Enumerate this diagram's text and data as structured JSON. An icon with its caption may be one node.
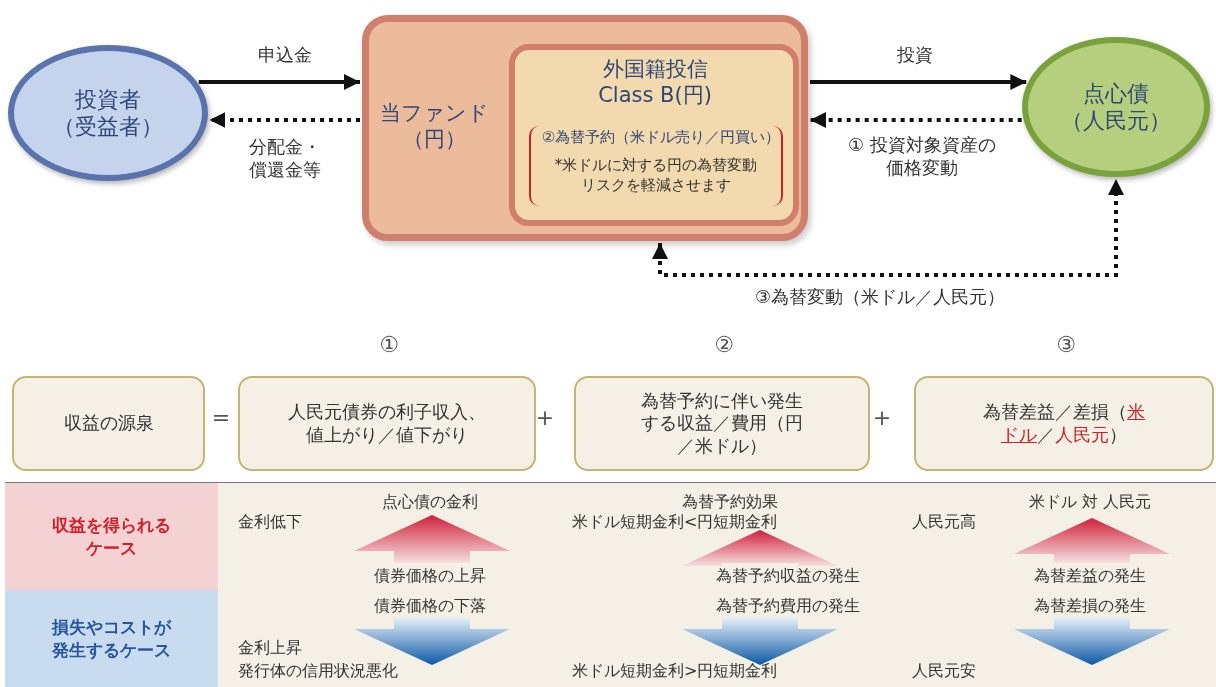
{
  "diagram": {
    "nodes": [
      {
        "text": [
          "投資者（受益者）"
        ]
      },
      {
        "text": [
          "当ファンド（円）"
        ]
      },
      {
        "text": [
          "外国籍投信 Class B(円)",
          "②為替予約（米ドル売り／円買い）",
          "*米ドルに対する円の為替変動リスクを軽減させます"
        ],
        "in": 1
      },
      {
        "text": [
          "点心債（人民元）"
        ]
      },
      {
        "text": [
          "収益の源泉"
        ]
      },
      {
        "text": [
          "人民元債券の利子収入、値上がり／値下がり"
        ],
        "beside": [
          "①"
        ]
      },
      {
        "text": [
          "為替予約に伴い発生する収益／費用（円／米ドル）"
        ],
        "beside": [
          "②"
        ]
      },
      {
        "text": [
          "為替差益／差損（**米ドル**／*人民元*）"
        ],
        "beside": [
          "③"
        ]
      }
    ],
    "edges": [
      {
        "from": 0,
        "to": 1,
        "arrow": "to",
        "label": "申込金"
      },
      {
        "from": 1,
        "to": 0,
        "arrow": "to",
        "label": "分配金・償還金等",
        "style": "dashed"
      },
      {
        "from": 1,
        "to": 3,
        "arrow": "to",
        "label": "投資"
      },
      {
        "from": 3,
        "to": 1,
        "arrow": "to",
        "label": "① 投資対象資産の価格変動",
        "style": "dashed"
      },
      {
        "from": 1,
        "to": 3,
        "arrow": "both",
        "label": "③為替変動（米ドル／人民元）",
        "style": "dashed"
      }
    ],
    "labels": [
      "=",
      "+",
      "+",
      "収益を得られるケース",
      "金利低下",
      "点心債の金利",
      "債券価格の上昇",
      "為替予約効果",
      "米ドル短期金利<円短期金利",
      "為替予約収益の発生",
      "米ドル 対 人民元",
      "人民元高",
      "為替差益の発生",
      "損失やコストが発生するケース",
      "債券価格の下落",
      "金利上昇",
      "発行体の信用状況悪化",
      "為替予約費用の発生",
      "米ドル短期金利>円短期金利",
      "為替差損の発生",
      "人民元安"
    ]
  }
}
